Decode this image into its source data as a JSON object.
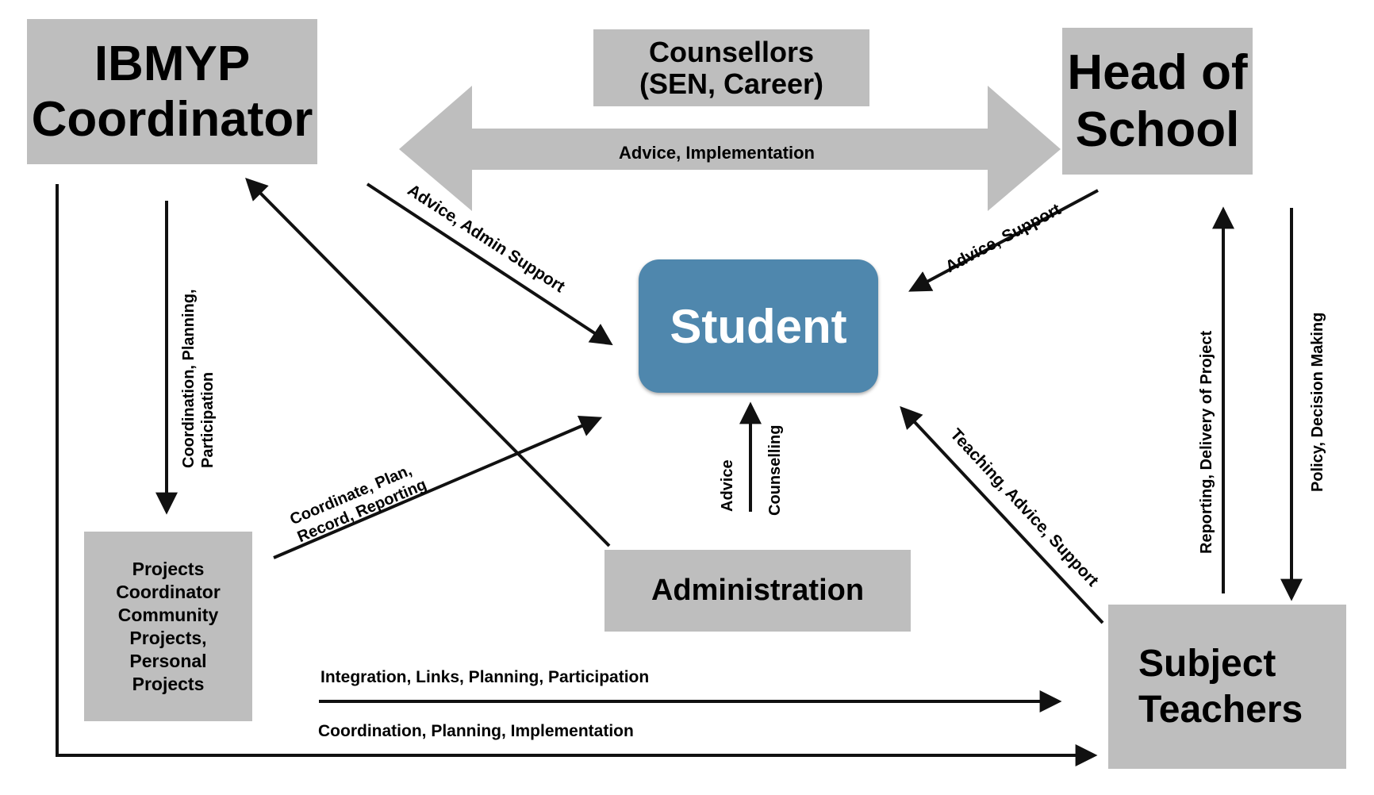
{
  "nodes": {
    "ibmyp": [
      "IBMYP",
      "Coordinator"
    ],
    "head": [
      "Head of",
      "School"
    ],
    "counsellors": [
      "Counsellors",
      "(SEN, Career)"
    ],
    "student": "Student",
    "administration": "Administration",
    "projects": [
      "Projects",
      "Coordinator",
      "Community",
      "Projects,",
      "Personal",
      "Projects"
    ],
    "subject": [
      "Subject",
      "Teachers"
    ]
  },
  "edges": {
    "counsellors_band": "Advice, Implementation",
    "ibmyp_to_student": "Advice, Admin Support",
    "head_to_student": "Advice, Support",
    "ibmyp_to_projects": "Coordination, Planning,\nParticipation",
    "projects_to_student": "Coordinate, Plan,\nRecord, Reporting",
    "admin_to_student_left": "Advice",
    "admin_to_student_right": "Counselling",
    "teachers_to_student": "Teaching, Advice, Support",
    "teachers_to_head": "Reporting, Delivery of Project",
    "head_to_teachers": "Policy, Decision Making",
    "projects_to_teachers": "Integration, Links, Planning, Participation",
    "ibmyp_to_teachers": "Coordination, Planning, Implementation"
  },
  "colors": {
    "box_gray": "#bebebe",
    "student_blue": "#4f87ad",
    "arrow": "#111111"
  }
}
